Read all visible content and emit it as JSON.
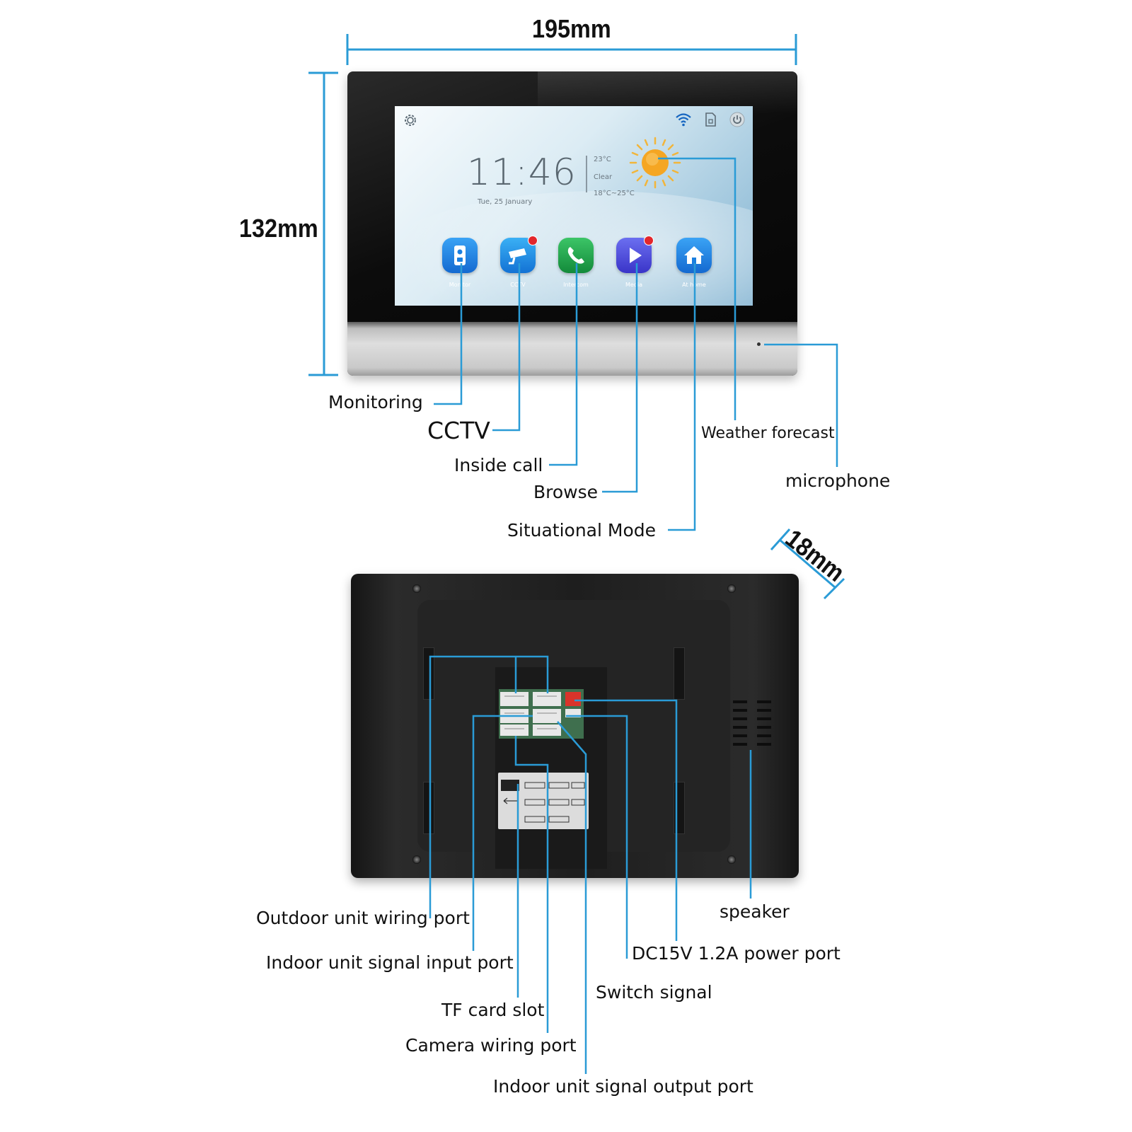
{
  "dimensions": {
    "width": "195mm",
    "height": "132mm",
    "depth": "18mm"
  },
  "screen": {
    "time": "11:46",
    "date": "Tue, 25 January",
    "temperature": "23°C",
    "condition": "Clear",
    "range": "18°C~25°C",
    "status_icons": [
      "wifi-icon",
      "sd-card-icon",
      "power-icon"
    ],
    "settings_icon": "gear-icon",
    "apps": [
      {
        "label": "Monitor",
        "icon": "doorbell-icon",
        "color": "#1a86e8"
      },
      {
        "label": "CCTV",
        "icon": "camera-icon",
        "color": "#1b8fe6"
      },
      {
        "label": "Intercom",
        "icon": "phone-icon",
        "color": "#1fa04a"
      },
      {
        "label": "Media",
        "icon": "play-icon",
        "color": "#4a4fe0"
      },
      {
        "label": "At home",
        "icon": "home-icon",
        "color": "#1c86e0"
      }
    ]
  },
  "front_callouts": {
    "monitoring": "Monitoring",
    "cctv": "CCTV",
    "inside_call": "Inside call",
    "browse": "Browse",
    "situational_mode": "Situational Mode",
    "weather_forecast": "Weather forecast",
    "microphone": "microphone"
  },
  "back_callouts": {
    "outdoor_unit_wiring_port": "Outdoor unit wiring port",
    "indoor_unit_signal_input_port": "Indoor unit signal input port",
    "tf_card_slot": "TF card slot",
    "camera_wiring_port": "Camera wiring port",
    "indoor_unit_signal_output_port": "Indoor unit signal output port",
    "speaker": "speaker",
    "power_port": "DC15V 1.2A power port",
    "switch_signal": "Switch signal"
  },
  "colors": {
    "dimension_line": "#2a9bd6",
    "callout_line": "#2a9bd6"
  }
}
